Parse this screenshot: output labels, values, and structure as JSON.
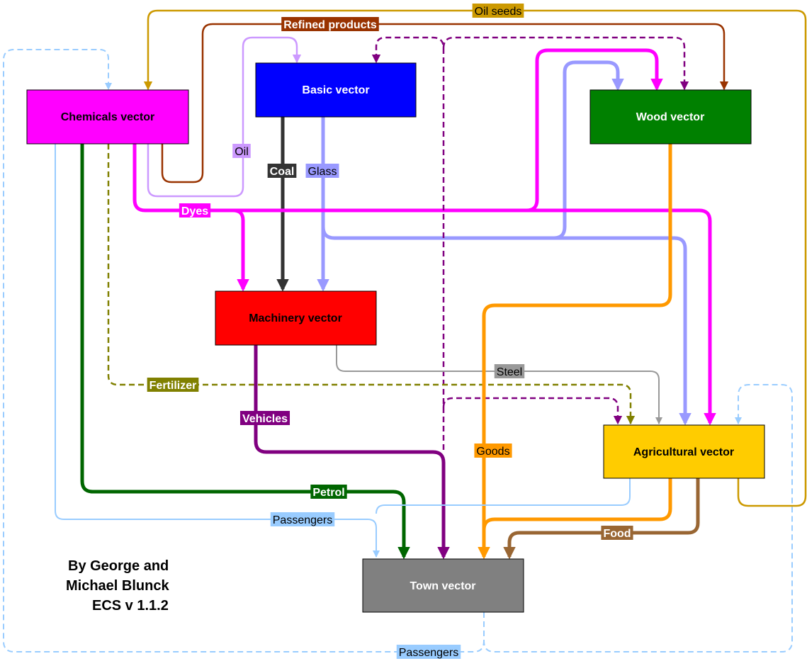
{
  "nodes": {
    "chemicals": {
      "label": "Chemicals vector",
      "fill": "#ff00ff",
      "text_color": "#000000"
    },
    "basic": {
      "label": "Basic vector",
      "fill": "#0000ff",
      "text_color": "#ffffff"
    },
    "wood": {
      "label": "Wood vector",
      "fill": "#008000",
      "text_color": "#ffffff"
    },
    "machinery": {
      "label": "Machinery vector",
      "fill": "#ff0000",
      "text_color": "#000000"
    },
    "agricultural": {
      "label": "Agricultural vector",
      "fill": "#ffcc00",
      "text_color": "#000000"
    },
    "town": {
      "label": "Town vector",
      "fill": "#808080",
      "text_color": "#ffffff"
    }
  },
  "edges": {
    "oil_seeds": {
      "label": "Oil seeds",
      "color": "#cc9900",
      "text_color": "#000000"
    },
    "refined_products": {
      "label": "Refined products",
      "color": "#993300",
      "text_color": "#ffffff"
    },
    "oil": {
      "label": "Oil",
      "color": "#cc99ff",
      "text_color": "#000000"
    },
    "coal": {
      "label": "Coal",
      "color": "#333333",
      "text_color": "#ffffff"
    },
    "glass": {
      "label": "Glass",
      "color": "#9999ff",
      "text_color": "#000000"
    },
    "dyes": {
      "label": "Dyes",
      "color": "#ff00ff",
      "text_color": "#ffffff"
    },
    "steel": {
      "label": "Steel",
      "color": "#999999",
      "text_color": "#000000"
    },
    "fertilizer": {
      "label": "Fertilizer",
      "color": "#808000",
      "text_color": "#ffffff"
    },
    "vehicles": {
      "label": "Vehicles",
      "color": "#800080",
      "text_color": "#ffffff"
    },
    "goods": {
      "label": "Goods",
      "color": "#ff9900",
      "text_color": "#000000"
    },
    "petrol": {
      "label": "Petrol",
      "color": "#006600",
      "text_color": "#ffffff"
    },
    "passengers_agri": {
      "label": "Passengers",
      "color": "#99ccff",
      "text_color": "#000000"
    },
    "food": {
      "label": "Food",
      "color": "#996633",
      "text_color": "#ffffff"
    },
    "passengers_loop": {
      "label": "Passengers",
      "color": "#99ccff",
      "text_color": "#000000"
    },
    "dashed_purple": {
      "label": "",
      "color": "#800080"
    }
  },
  "credit": {
    "line1": "By George and",
    "line2": "Michael Blunck",
    "line3": "ECS v 1.1.2"
  }
}
